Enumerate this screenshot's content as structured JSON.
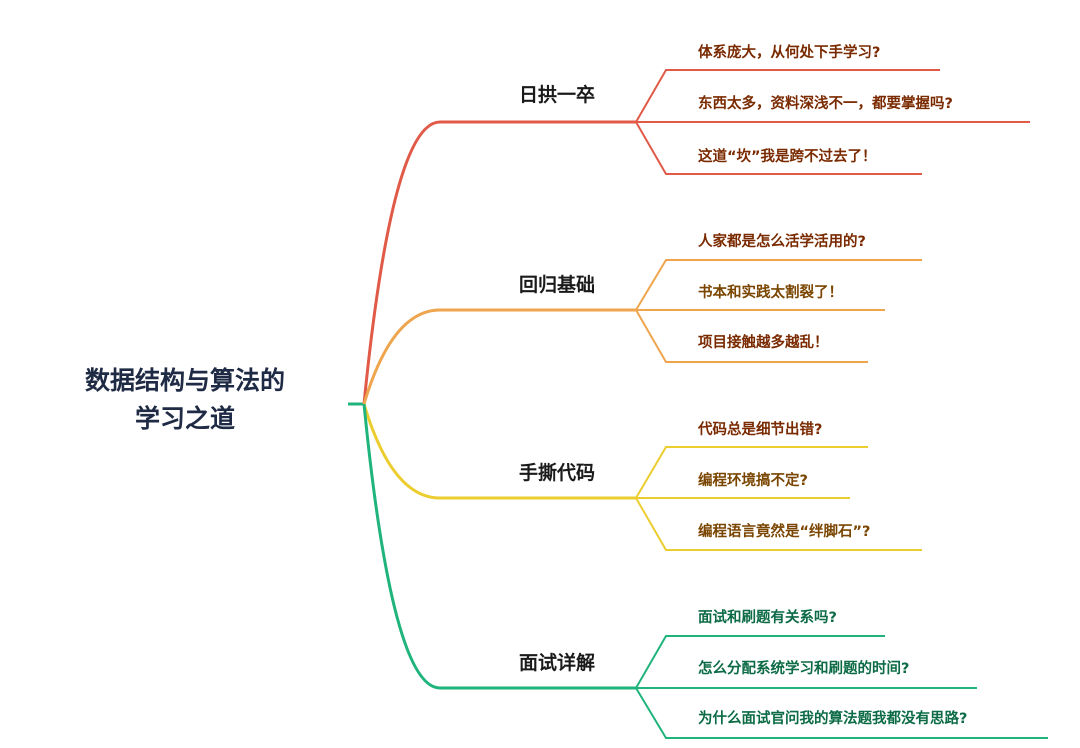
{
  "root": {
    "line1": "数据结构与算法的",
    "line2": "学习之道"
  },
  "branches": [
    {
      "label": "日拱一卒",
      "color": "#e05a47",
      "items": [
        "体系庞大，从何处下手学习?",
        "东西太多，资料深浅不一，都要掌握吗?",
        "这道“坎”我是跨不过去了！"
      ]
    },
    {
      "label": "回归基础",
      "color": "#eea54d",
      "items": [
        "人家都是怎么活学活用的?",
        "书本和实践太割裂了！",
        "项目接触越多越乱！"
      ]
    },
    {
      "label": "手撕代码",
      "color": "#ebcd2f",
      "items": [
        "代码总是细节出错?",
        "编程环境搞不定?",
        "编程语言竟然是“绊脚石”?"
      ]
    },
    {
      "label": "面试详解",
      "color": "#1fb47c",
      "items": [
        "面试和刷题有关系吗?",
        "怎么分配系统学习和刷题的时间?",
        "为什么面试官问我的算法题我都没有思路?"
      ]
    }
  ]
}
